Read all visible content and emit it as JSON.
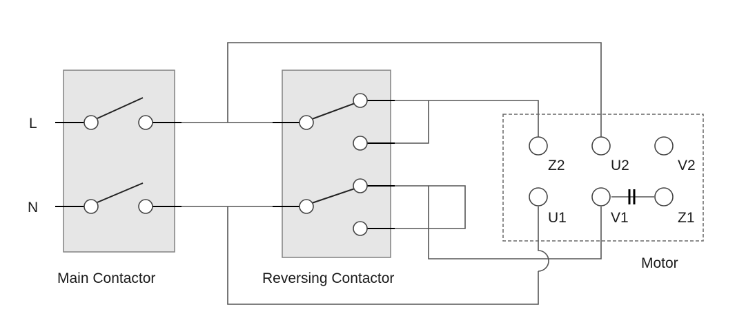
{
  "labels": {
    "line_l": "L",
    "line_n": "N",
    "main_contactor": "Main Contactor",
    "reversing_contactor": "Reversing Contactor",
    "motor": "Motor"
  },
  "motor_terminals": {
    "z2": "Z2",
    "u2": "U2",
    "v2": "V2",
    "u1": "U1",
    "v1": "V1",
    "z1": "Z1"
  }
}
